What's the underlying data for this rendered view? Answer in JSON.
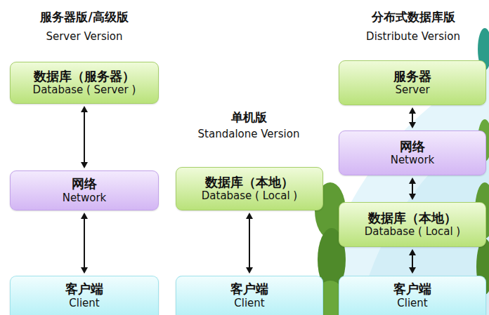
{
  "diagram": {
    "nodes": [
      {
        "text": [
          "数据库（服务器）",
          "Database ( Server )"
        ]
      },
      {
        "text": [
          "网络",
          "Network"
        ]
      },
      {
        "text": [
          "客户端",
          "Client"
        ]
      },
      {
        "text": [
          "数据库（本地）",
          "Database ( Local )"
        ]
      },
      {
        "text": [
          "客户端",
          "Client"
        ]
      },
      {
        "text": [
          "服务器",
          "Server"
        ]
      },
      {
        "text": [
          "网络",
          "Network"
        ]
      },
      {
        "text": [
          "数据库（本地）",
          "Database ( Local )"
        ]
      },
      {
        "text": [
          "客户端",
          "Client"
        ]
      }
    ],
    "edges": [
      {
        "from": 0,
        "to": 1,
        "arrow": "both"
      },
      {
        "from": 1,
        "to": 2,
        "arrow": "both"
      },
      {
        "from": 3,
        "to": 4,
        "arrow": "both"
      },
      {
        "from": 5,
        "to": 6,
        "arrow": "both"
      },
      {
        "from": 6,
        "to": 7,
        "arrow": "both"
      },
      {
        "from": 7,
        "to": 8,
        "arrow": "both"
      }
    ],
    "labels": [
      "服务器版/高级版",
      "Server Version",
      "单机版",
      "Standalone Version",
      "分布式数据库版",
      "Distribute Version"
    ]
  }
}
